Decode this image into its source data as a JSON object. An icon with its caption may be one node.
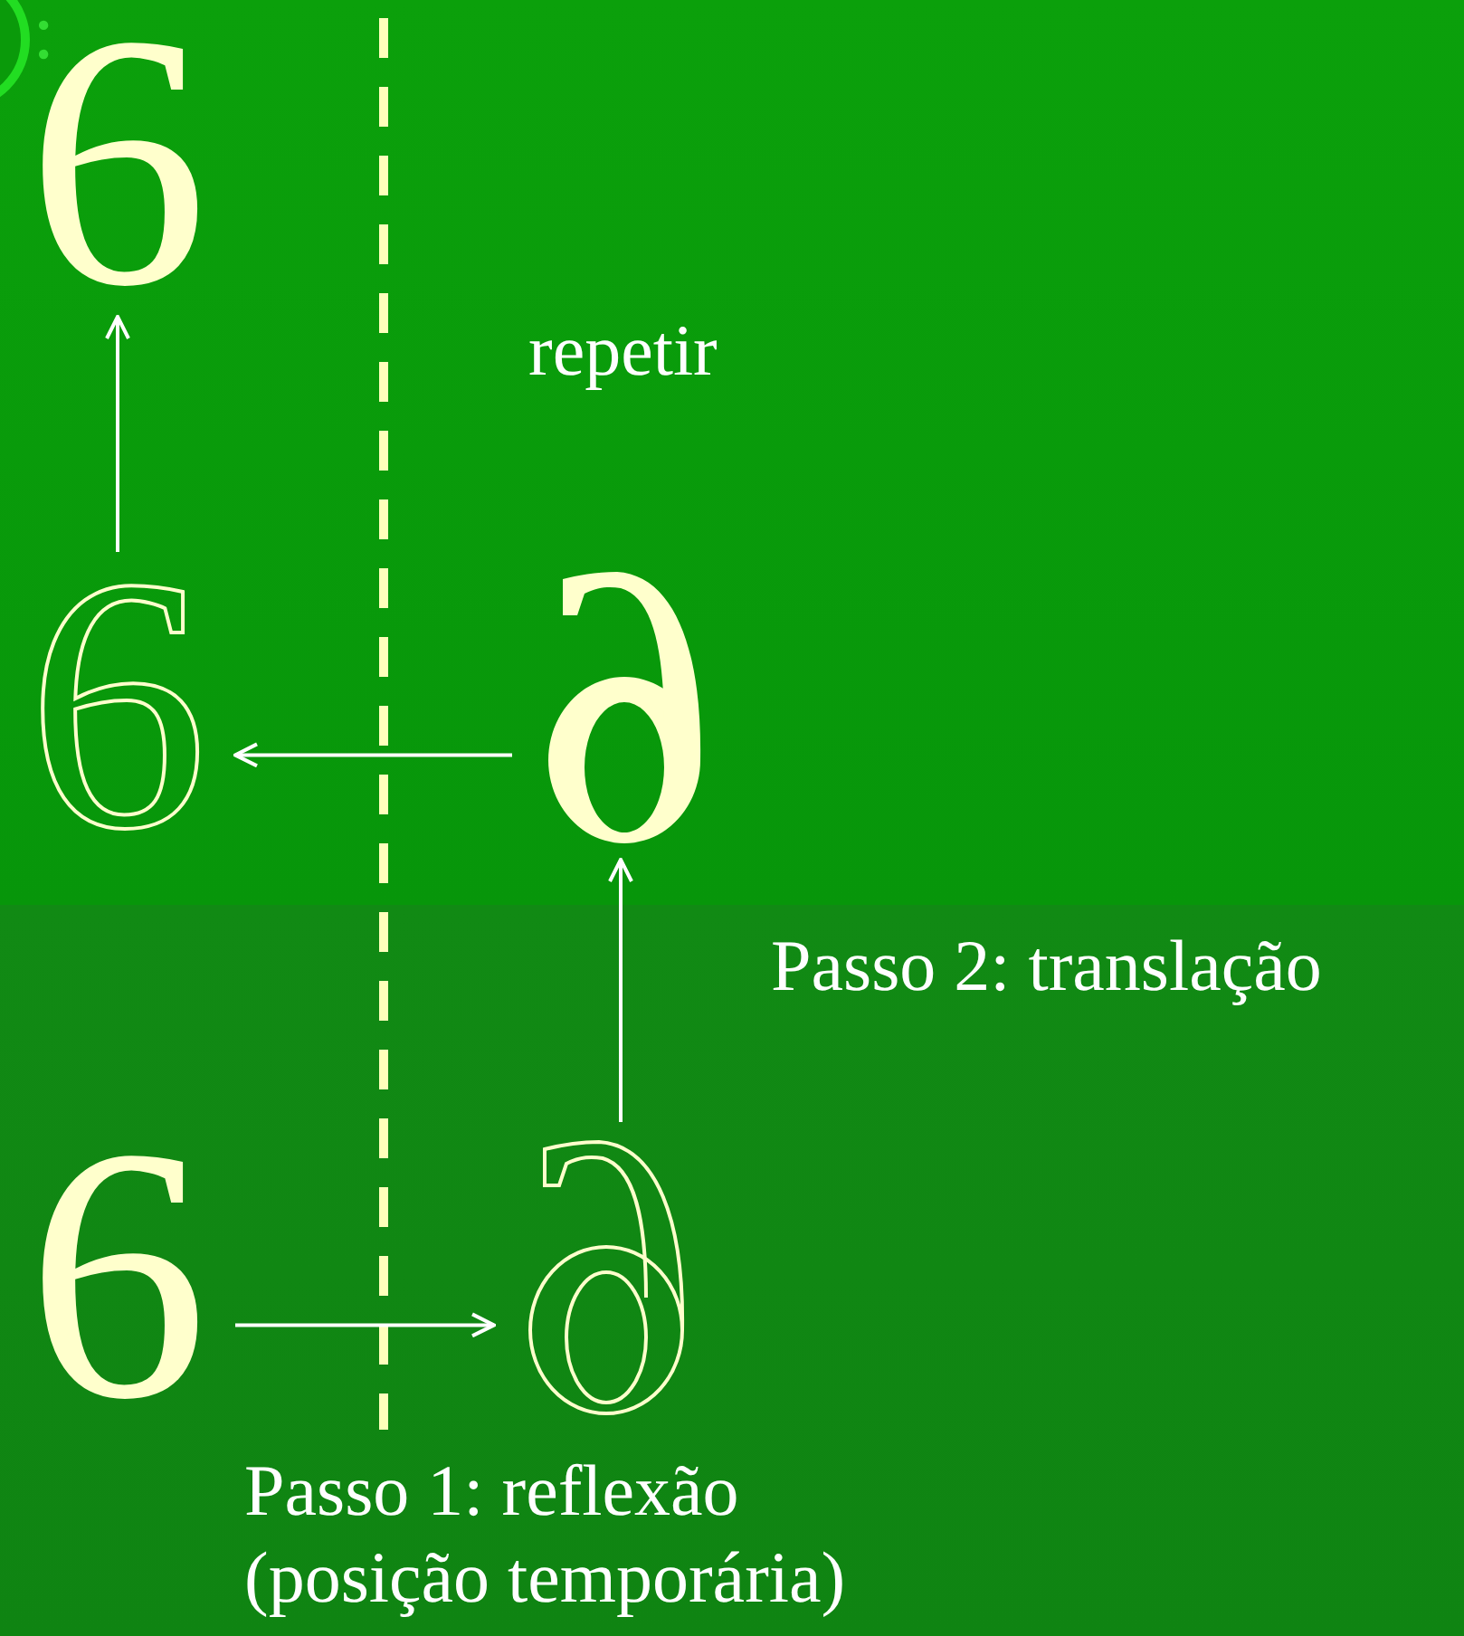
{
  "diagram": {
    "nodes": [
      {
        "text": [
          "6"
        ]
      },
      {
        "text": [
          "6"
        ]
      },
      {
        "text": [],
        "shape": "picture"
      },
      {
        "text": [
          "6"
        ]
      },
      {
        "text": [],
        "shape": "picture"
      }
    ],
    "edges": [
      {
        "from": 3,
        "to": 4,
        "arrow": "to"
      },
      {
        "from": 4,
        "to": 2,
        "arrow": "to"
      },
      {
        "from": 2,
        "to": 1,
        "arrow": "to"
      },
      {
        "from": 1,
        "to": 0,
        "arrow": "to"
      }
    ],
    "labels": [
      ":",
      "repetir",
      "Passo 2: translação",
      "Passo 1: reflexão (posição temporária)"
    ]
  }
}
